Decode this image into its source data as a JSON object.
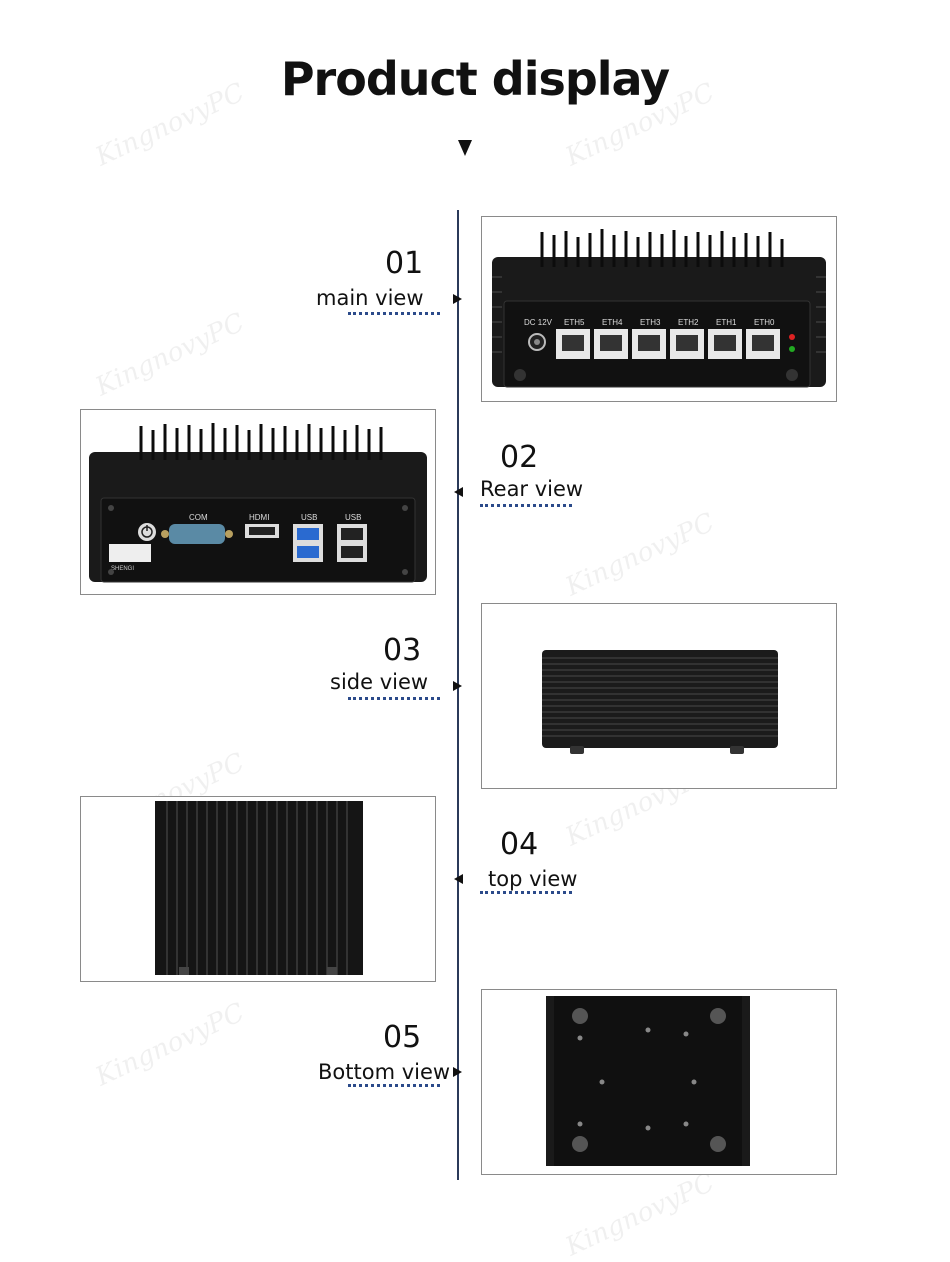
{
  "title": "Product display",
  "views": [
    {
      "num": "01",
      "label": "main view"
    },
    {
      "num": "02",
      "label": "Rear view"
    },
    {
      "num": "03",
      "label": "side view"
    },
    {
      "num": "04",
      "label": "top view"
    },
    {
      "num": "05",
      "label": "Bottom view"
    }
  ],
  "main_ports": {
    "dc": "DC 12V",
    "eth": [
      "ETH5",
      "ETH4",
      "ETH3",
      "ETH2",
      "ETH1",
      "ETH0"
    ]
  },
  "rear_ports": {
    "com": "COM",
    "hdmi": "HDMI",
    "usb1": "USB",
    "usb2": "USB",
    "brand": "SHENGI"
  },
  "watermark": "KingnovyPC"
}
